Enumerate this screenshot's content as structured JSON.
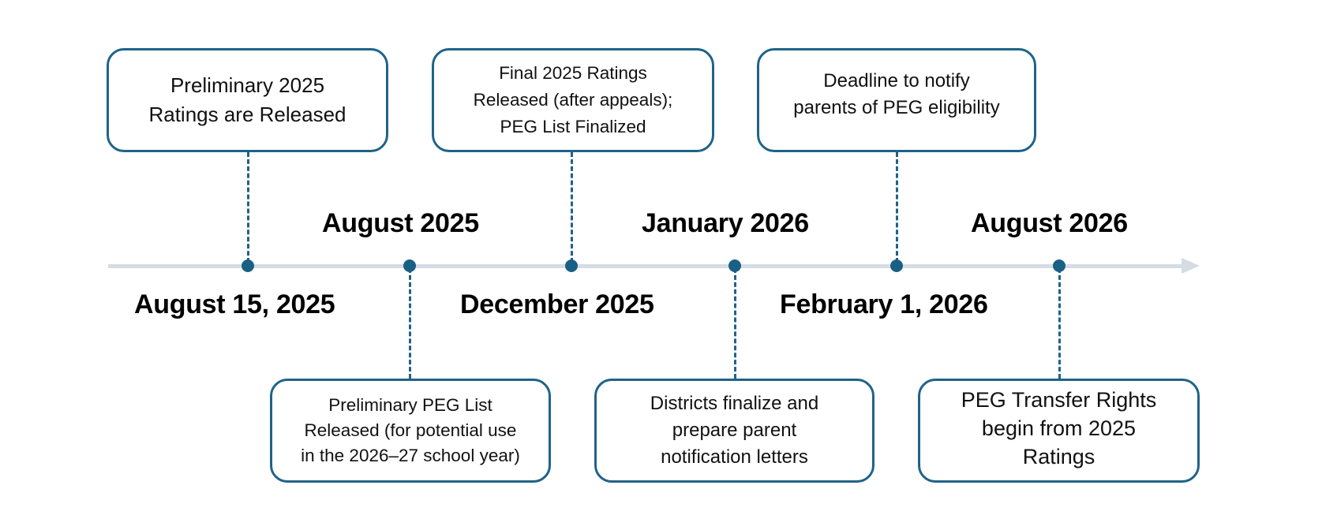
{
  "colors": {
    "box_border": "#1f6388",
    "dot": "#1a6084",
    "axis": "#d6dce4",
    "date_text": "#000000",
    "box_text": "#111111"
  },
  "timeline": {
    "dates_above": [
      {
        "label": "August 2025"
      },
      {
        "label": "January 2026"
      },
      {
        "label": "August 2026"
      }
    ],
    "dates_below": [
      {
        "label": "August 15, 2025"
      },
      {
        "label": "December 2025"
      },
      {
        "label": "February 1, 2026"
      }
    ],
    "events_top": [
      {
        "text": "Preliminary 2025\nRatings are Released"
      },
      {
        "text": "Final 2025 Ratings\nReleased (after appeals);\nPEG List Finalized"
      },
      {
        "text": "Deadline to notify\nparents of PEG eligibility"
      }
    ],
    "events_bottom": [
      {
        "text": "Preliminary PEG List\nReleased (for potential use\nin the 2026–27 school year)"
      },
      {
        "text": "Districts finalize and\nprepare parent\nnotification letters"
      },
      {
        "text": "PEG Transfer Rights\nbegin from 2025\nRatings"
      }
    ]
  }
}
